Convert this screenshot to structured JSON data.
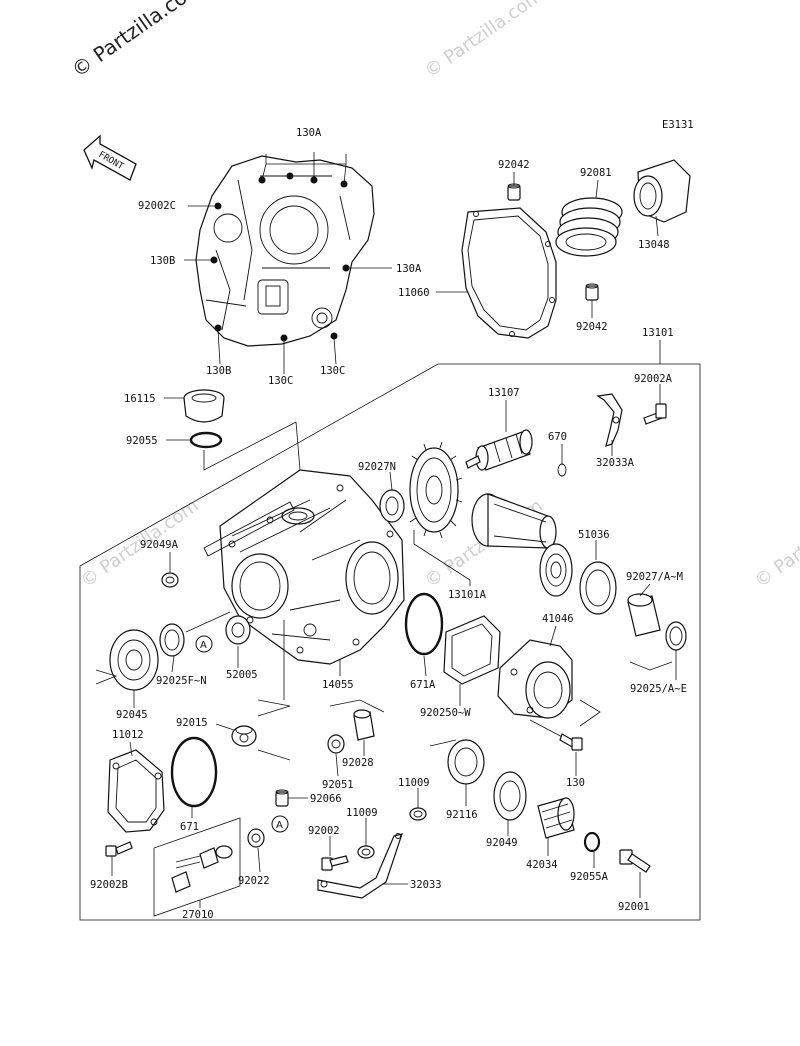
{
  "watermark": {
    "main": "© Partzilla.com",
    "faint": "© Partzilla.com"
  },
  "diagram_code": "E3131",
  "front_arrow_text": "FRONT",
  "labels": {
    "l130A_top": "130A",
    "l92002C": "92002C",
    "l130B_mid": "130B",
    "l130A_right": "130A",
    "l130B_bot": "130B",
    "l130C_bot": "130C",
    "l130C_right": "130C",
    "l92042_top": "92042",
    "l92081": "92081",
    "l13048": "13048",
    "l11060": "11060",
    "l92042_bot": "92042",
    "l13101": "13101",
    "l92002A": "92002A",
    "l16115": "16115",
    "l13107": "13107",
    "l670": "670",
    "l92055": "92055",
    "l32033A": "32033A",
    "l92027N": "92027N",
    "l92049A": "92049A",
    "l51036": "51036",
    "l92027AM": "92027/A~M",
    "l13101A": "13101A",
    "l41046": "41046",
    "l92025FN": "92025F~N",
    "l52005": "52005",
    "l671A": "671A",
    "l14055": "14055",
    "l92025AE": "92025/A~E",
    "l92045": "92045",
    "l920250W": "920250~W",
    "l92015": "92015",
    "l11012": "11012",
    "l92028": "92028",
    "l130": "130",
    "l92051": "92051",
    "l92066": "92066",
    "l11009a": "11009",
    "l671": "671",
    "l92116": "92116",
    "l92049": "92049",
    "l11009b": "11009",
    "l92002": "92002",
    "l42034": "42034",
    "l92055A": "92055A",
    "l92002B": "92002B",
    "l92022": "92022",
    "l32033": "32033",
    "l92001": "92001",
    "l27010": "27010",
    "circleA1": "A",
    "circleA2": "A"
  }
}
